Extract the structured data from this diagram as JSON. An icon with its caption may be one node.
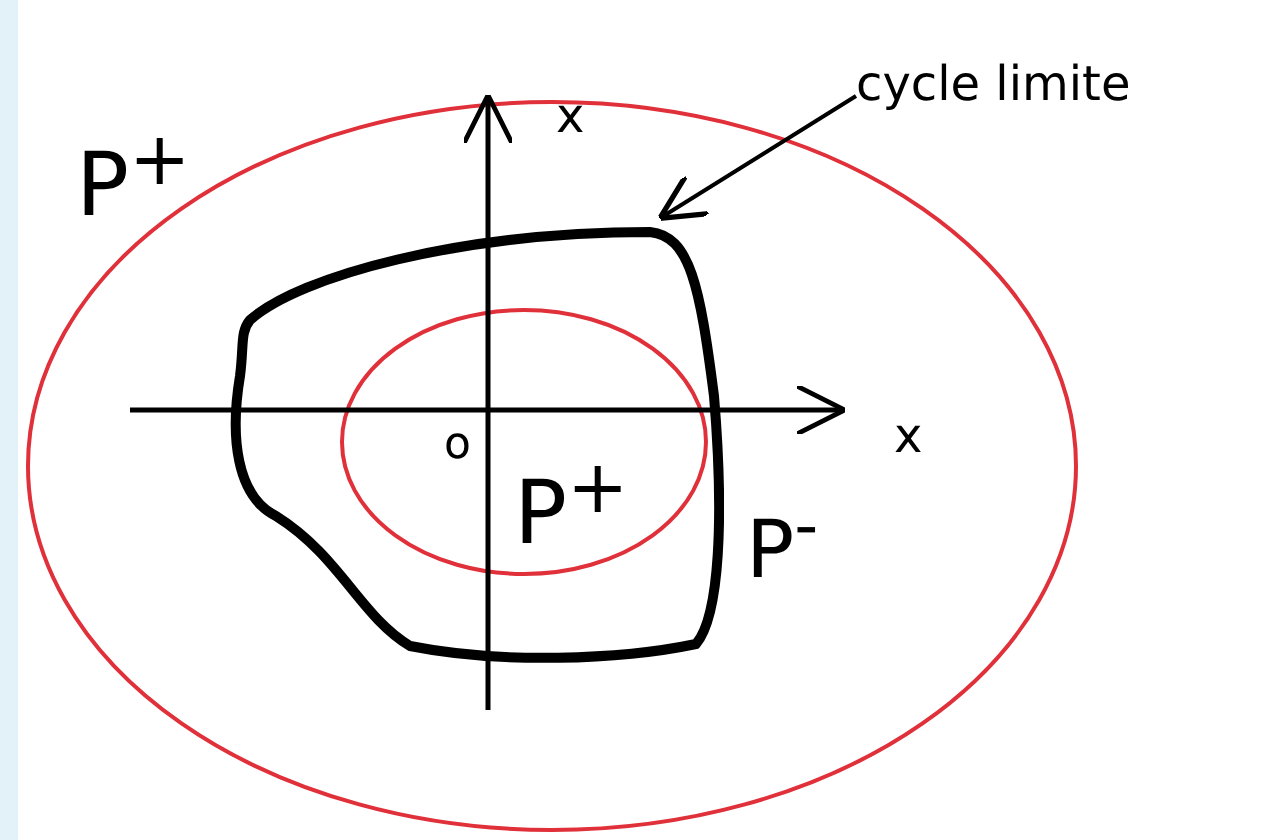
{
  "diagram": {
    "nodes": [
      {
        "text": [
          "cycle limite"
        ]
      },
      {
        "text": [],
        "shape": "curve"
      }
    ],
    "edges": [
      {
        "from": 0,
        "to": 1,
        "arrow": "to"
      }
    ],
    "labels": [
      "P$^{+}$",
      "x",
      "x",
      "o",
      "P$^{+}$",
      "P$^{-}$"
    ]
  }
}
